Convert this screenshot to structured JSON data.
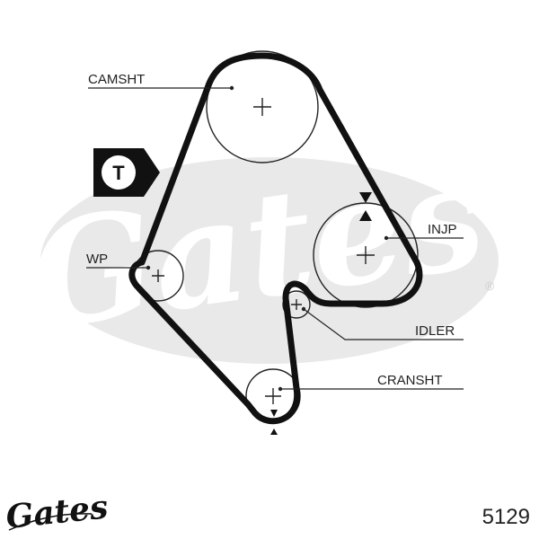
{
  "brand": {
    "watermark": "Gates",
    "logo_text": "Gates",
    "registered_mark": "®"
  },
  "diagram": {
    "tension_symbol": "T",
    "labels": {
      "camshaft": "CAMSHT",
      "injection_pump": "INJP",
      "water_pump": "WP",
      "idler": "IDLER",
      "crankshaft": "CRANSHT"
    }
  },
  "part_number": "5129",
  "colors": {
    "belt": "#111111",
    "watermark": "#e3e3e3",
    "text": "#222222"
  }
}
